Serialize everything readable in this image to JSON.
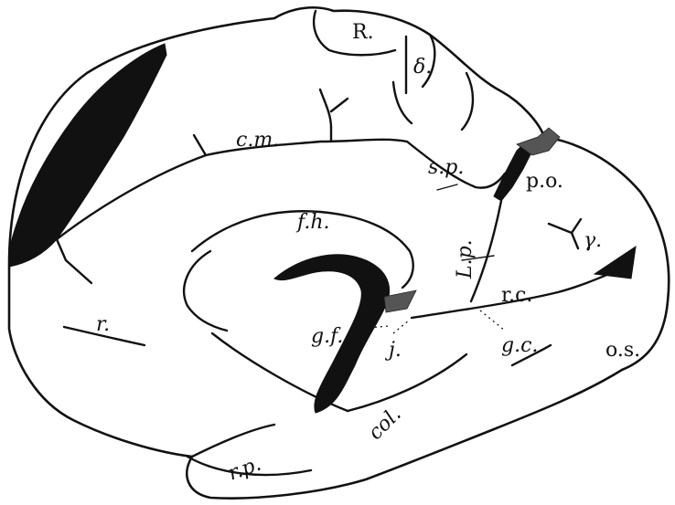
{
  "figure": {
    "colors": {
      "ink": "#111111",
      "paper": "#ffffff",
      "hatch": "#555555"
    },
    "labels": {
      "R": "R.",
      "delta": "δ.",
      "cm": "c.m.",
      "sp": "s.p.",
      "po": "p.o.",
      "fh": "f.h.",
      "gamma": "γ.",
      "lp": "L.p.",
      "rc": "r.c.",
      "r": "r.",
      "gf": "g.f.",
      "j": "j.",
      "gc": "g.c.",
      "os": "o.s.",
      "col": "col.",
      "rp": "r.p."
    }
  }
}
